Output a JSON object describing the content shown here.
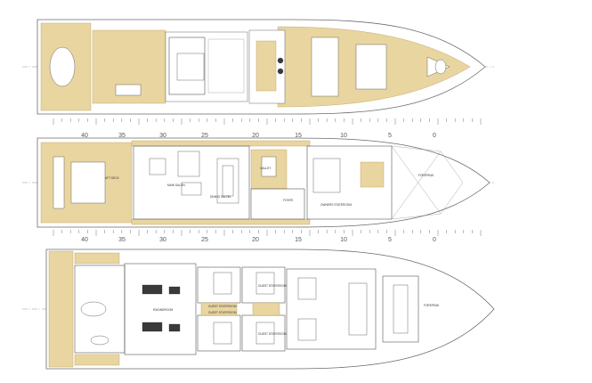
{
  "decks": [
    {
      "name": "sun-deck",
      "labels": []
    },
    {
      "name": "main-deck",
      "labels": [
        "AFT DECK",
        "MAIN SALON",
        "DINING SALON",
        "GALLEY",
        "FOYER",
        "OWNERS STATEROOM",
        "FOREPEAK"
      ]
    },
    {
      "name": "lower-deck",
      "labels": [
        "ENGINEROOM",
        "GUEST STATEROOM",
        "GUEST STATEROOM",
        "GUEST STATEROOM",
        "GUEST STATEROOM",
        "FOREPEAK"
      ]
    }
  ],
  "scale": {
    "values": [
      "40",
      "35",
      "30",
      "25",
      "20",
      "15",
      "10",
      "5",
      "0"
    ]
  },
  "colors": {
    "teak": "#e9d5a0",
    "line": "#555555",
    "background": "#ffffff"
  }
}
